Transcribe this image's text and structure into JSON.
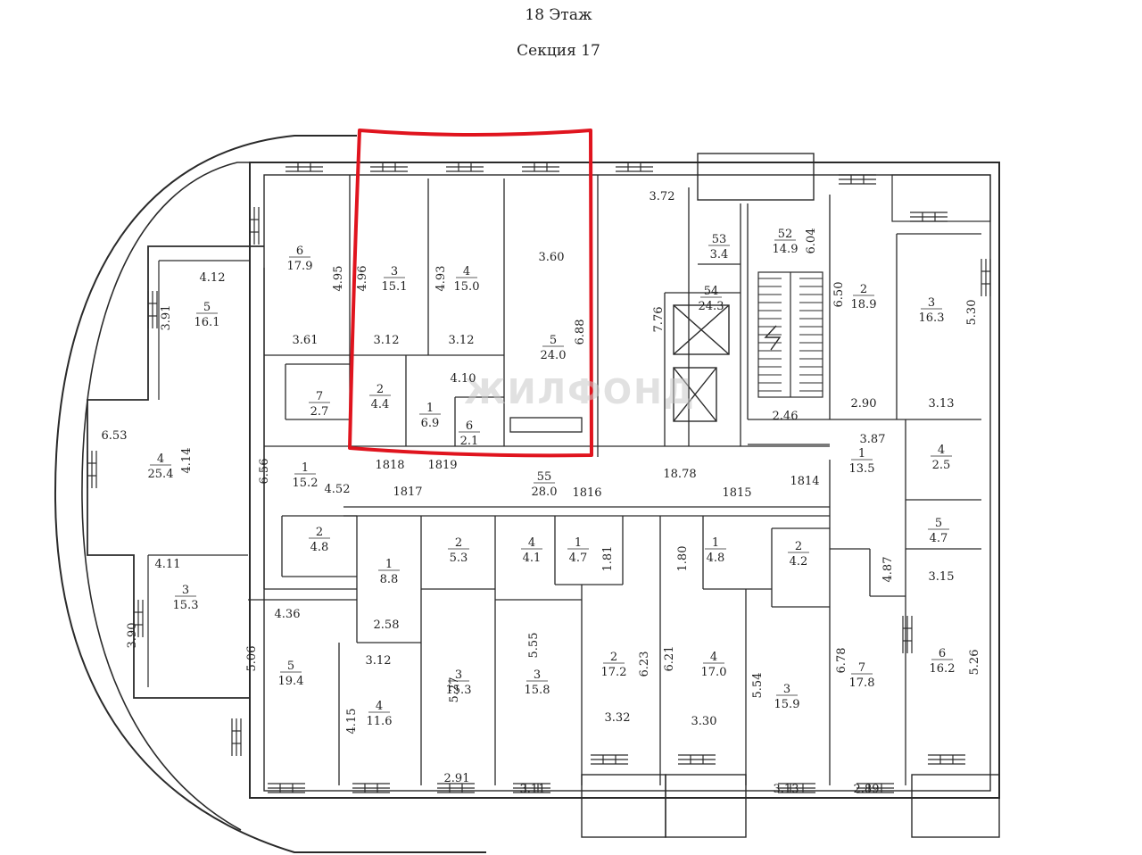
{
  "header": {
    "floor": "18 Этаж",
    "section": "Секция 17"
  },
  "watermark": "ЖИЛФОНД",
  "colors": {
    "wall": "#2a2a2a",
    "highlight": "#e0141e",
    "watermark": "#c9c9c9",
    "paper": "#ffffff"
  },
  "rooms": [
    {
      "id": "l-6",
      "num": "6",
      "area": "17.9"
    },
    {
      "id": "l-5",
      "num": "5",
      "area": "16.1"
    },
    {
      "id": "l-4",
      "num": "4",
      "area": "25.4"
    },
    {
      "id": "l-7",
      "num": "7",
      "area": "2.7"
    },
    {
      "id": "l-1",
      "num": "1",
      "area": "15.2"
    },
    {
      "id": "l-2",
      "num": "2",
      "area": "4.8"
    },
    {
      "id": "l-3",
      "num": "3",
      "area": "15.3"
    },
    {
      "id": "l-5b",
      "num": "5",
      "area": "19.4"
    },
    {
      "id": "h-3",
      "num": "3",
      "area": "15.1"
    },
    {
      "id": "h-4",
      "num": "4",
      "area": "15.0"
    },
    {
      "id": "h-5",
      "num": "5",
      "area": "24.0"
    },
    {
      "id": "h-2",
      "num": "2",
      "area": "4.4"
    },
    {
      "id": "h-1",
      "num": "1",
      "area": "6.9"
    },
    {
      "id": "h-6",
      "num": "6",
      "area": "2.1"
    },
    {
      "id": "c-54",
      "num": "54",
      "area": "24.3"
    },
    {
      "id": "c-53",
      "num": "53",
      "area": "3.4"
    },
    {
      "id": "c-52",
      "num": "52",
      "area": "14.9"
    },
    {
      "id": "c-55",
      "num": "55",
      "area": "28.0"
    },
    {
      "id": "r-2",
      "num": "2",
      "area": "18.9"
    },
    {
      "id": "r-3",
      "num": "3",
      "area": "16.3"
    },
    {
      "id": "r-1",
      "num": "1",
      "area": "13.5"
    },
    {
      "id": "r-4",
      "num": "4",
      "area": "2.5"
    },
    {
      "id": "r-5",
      "num": "5",
      "area": "4.7"
    },
    {
      "id": "r-6",
      "num": "6",
      "area": "16.2"
    },
    {
      "id": "r-7",
      "num": "7",
      "area": "17.8"
    },
    {
      "id": "b1-1",
      "num": "1",
      "area": "8.8"
    },
    {
      "id": "b1-4",
      "num": "4",
      "area": "11.6"
    },
    {
      "id": "b1-3",
      "num": "3",
      "area": "15.3"
    },
    {
      "id": "b1-2",
      "num": "2",
      "area": "5.3"
    },
    {
      "id": "b2-4",
      "num": "4",
      "area": "4.1"
    },
    {
      "id": "b2-3",
      "num": "3",
      "area": "15.8"
    },
    {
      "id": "b3-1",
      "num": "1",
      "area": "4.7"
    },
    {
      "id": "b3-2",
      "num": "2",
      "area": "17.2"
    },
    {
      "id": "b4-4",
      "num": "4",
      "area": "17.0"
    },
    {
      "id": "b4-1",
      "num": "1",
      "area": "4.8"
    },
    {
      "id": "b4-2",
      "num": "2",
      "area": "4.2"
    },
    {
      "id": "b4-3",
      "num": "3",
      "area": "15.9"
    }
  ],
  "dimensions": [
    "4.12",
    "3.91",
    "6.53",
    "4.14",
    "4.95",
    "3.61",
    "6.56",
    "4.52",
    "4.96",
    "4.93",
    "3.60",
    "3.12",
    "3.12",
    "4.10",
    "6.88",
    "3.72",
    "7.76",
    "6.04",
    "2.46",
    "18.78",
    "1814",
    "1815",
    "1816",
    "1817",
    "1818",
    "1819",
    "6.50",
    "5.30",
    "2.90",
    "3.13",
    "3.87",
    "4.87",
    "3.15",
    "5.26",
    "6.78",
    "2.89",
    "3.13",
    "5.54",
    "3.30",
    "6.21",
    "6.23",
    "1.80",
    "1.81",
    "3.32",
    "5.55",
    "3.11",
    "2.91",
    "5.27",
    "3.12",
    "4.15",
    "2.58",
    "4.36",
    "5.06",
    "4.11",
    "3.90"
  ]
}
